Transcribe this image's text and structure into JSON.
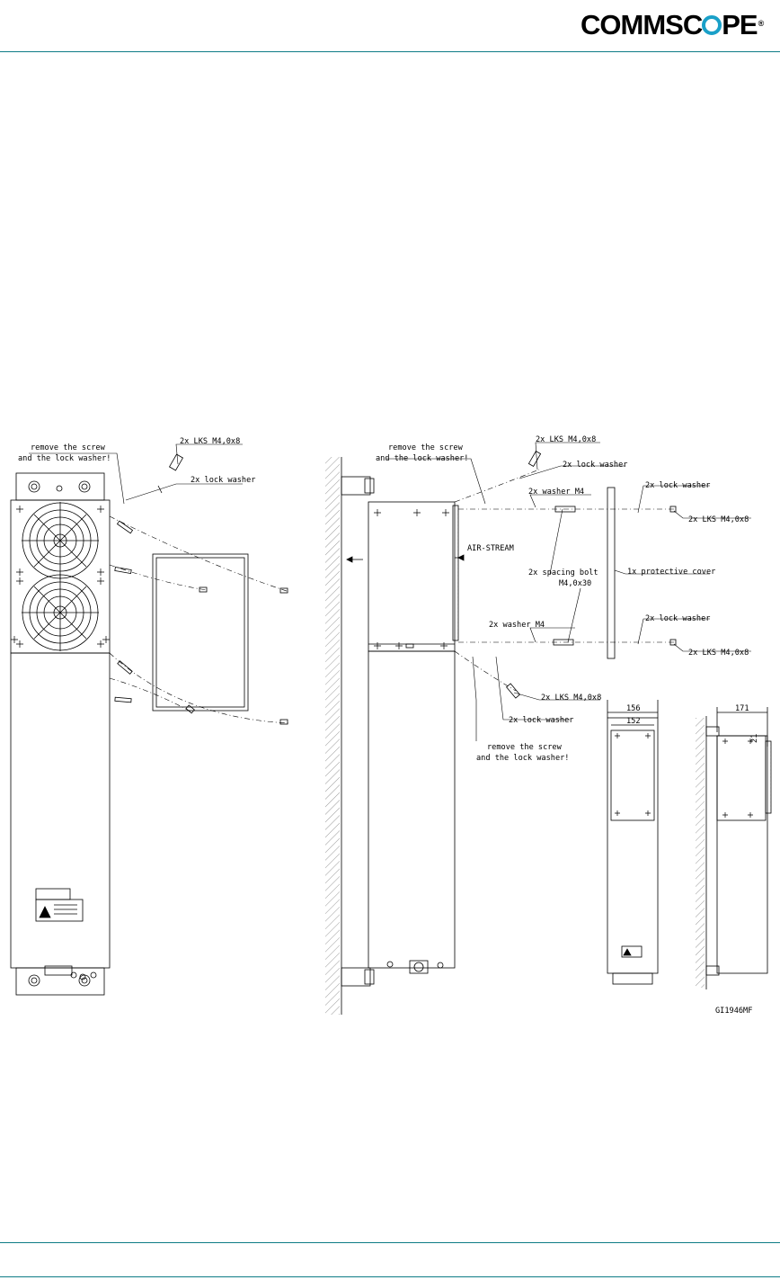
{
  "header": {
    "logo_text": "COMMSCOPE",
    "logo_reg": "®",
    "brand_color": "#1aa0c8",
    "rule_color": "#0e7c86"
  },
  "drawing": {
    "labels": {
      "remove_screw_l1": "remove the screw",
      "remove_screw_l2": "and the lock washer!",
      "lks_2x": "2x LKS M4,0x8",
      "lock_washer_2x": "2x lock washer",
      "washer_m4_2x": "2x washer M4",
      "spacing_bolt_l1": "2x spacing bolt",
      "spacing_bolt_l2": "M4,0x30",
      "protective_cover": "1x protective cover",
      "air_stream": "AIR-STREAM",
      "drawing_id": "GI1946MF"
    },
    "dimensions": {
      "outer_width": "156",
      "inner_width": "152",
      "depth": "171",
      "gap": "21"
    }
  }
}
